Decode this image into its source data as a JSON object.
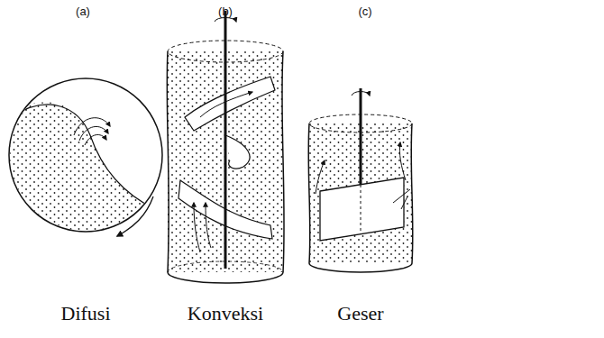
{
  "diagram": {
    "labels": [
      "(a)",
      "(b)",
      "(c)",
      "Difusi",
      "Konveksi",
      "Geser"
    ]
  }
}
